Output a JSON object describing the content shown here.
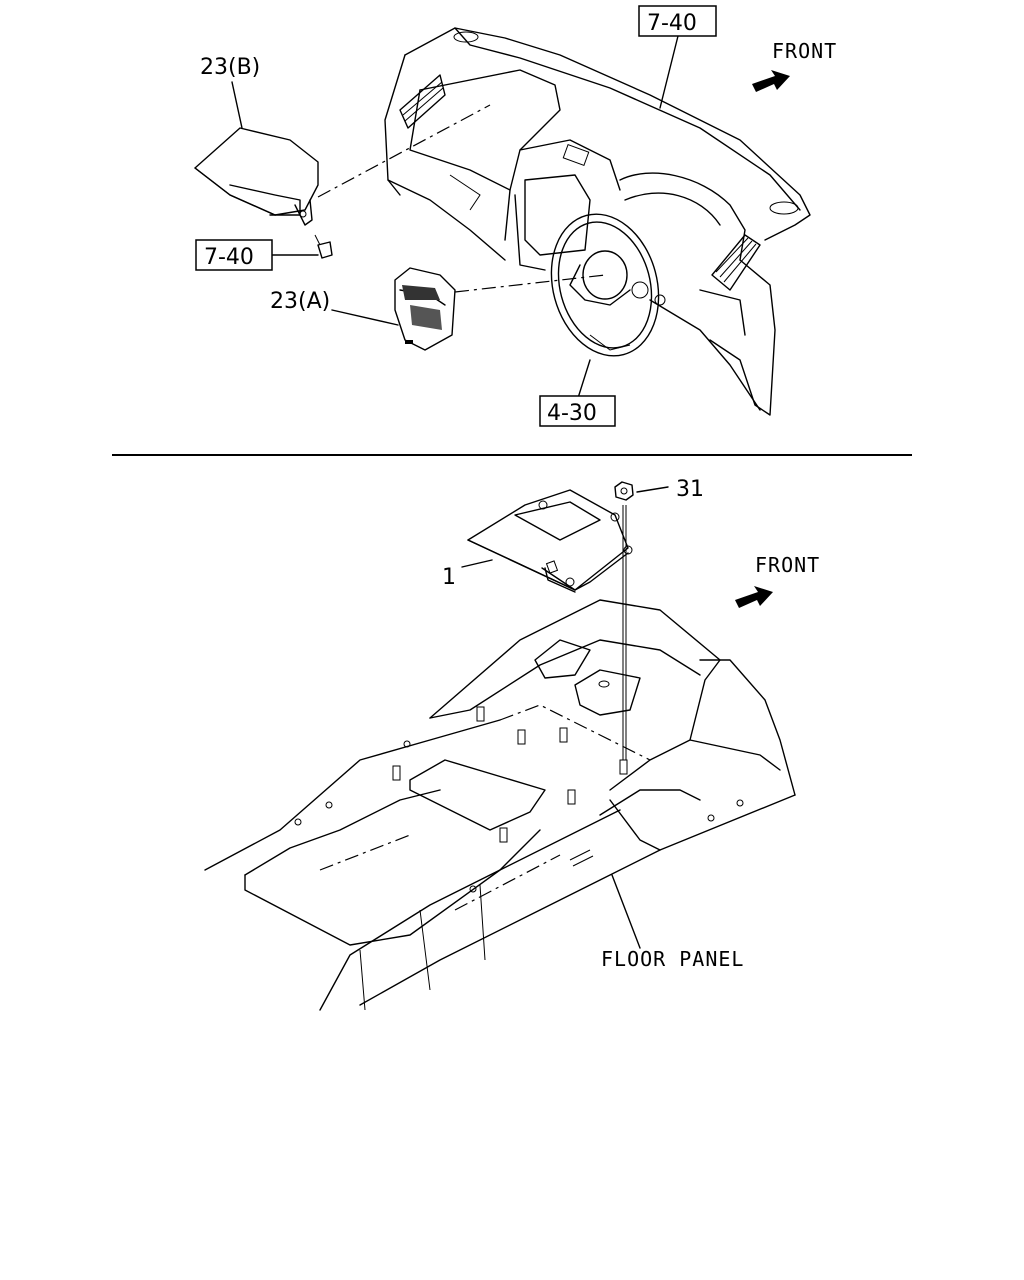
{
  "top_diagram": {
    "label_passenger_airbag": "23(B)",
    "label_driver_airbag": "23(A)",
    "ref_instrument_panel": "7-40",
    "ref_bolt": "7-40",
    "ref_steering_wheel": "4-30",
    "front_label": "FRONT"
  },
  "bottom_diagram": {
    "label_sensor_unit": "1",
    "label_nut": "31",
    "front_label": "FRONT",
    "floor_panel_label": "FLOOR PANEL"
  }
}
